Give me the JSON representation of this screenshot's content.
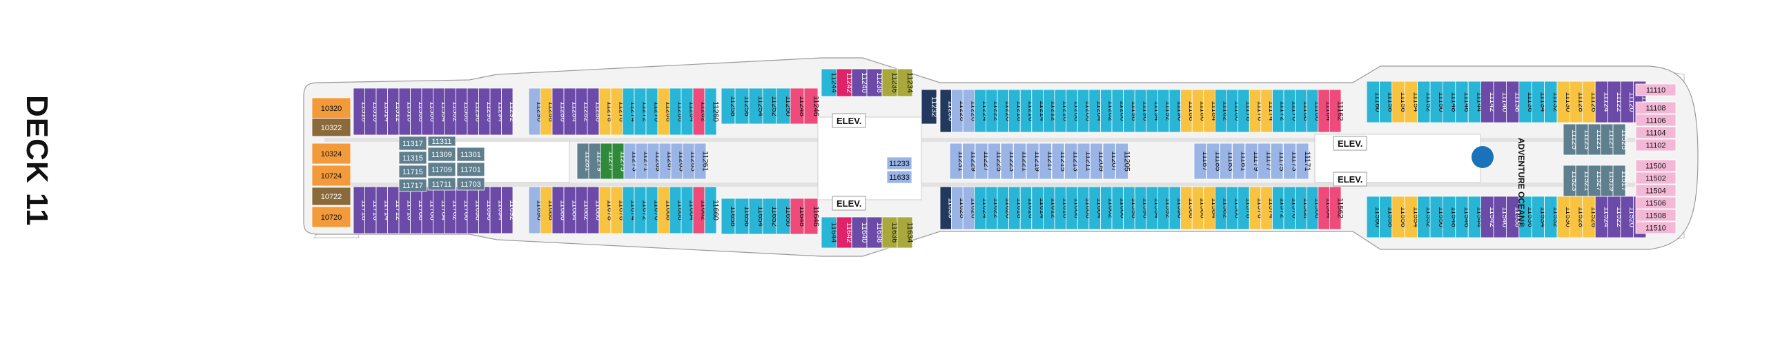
{
  "deck_title": "DECK 11",
  "elevators": {
    "fwd_top": "ELEV.",
    "fwd_bottom": "ELEV.",
    "aft_top": "ELEV.",
    "aft_bottom": "ELEV."
  },
  "adventure_ocean": "ADVENTURE OCEAN®",
  "star_mark": "*",
  "colors": {
    "purple": "#6b4aa8",
    "blue": "#29b6d6",
    "teal_light": "#40c8d8",
    "lavender": "#9ab4e6",
    "slate": "#5f7f8f",
    "orange": "#f39a3b",
    "brown": "#8a6a3a",
    "yellow": "#f7c341",
    "pink": "#ee4a7a",
    "magenta": "#e0226a",
    "navy": "#22385e",
    "olive": "#a8a83c",
    "green": "#2e8a3a",
    "pink_bow": "#f2b8d6",
    "hull": "#f0f0f0"
  },
  "stern": {
    "cabins": [
      "10320",
      "10322",
      "10324",
      "10724",
      "10722",
      "10720"
    ]
  },
  "port_aft": [
    "11318",
    "11316",
    "11314",
    "11312",
    "11310",
    "11308",
    "11306",
    "11304",
    "11302",
    "11300",
    "11298",
    "11296",
    "11294",
    "11292"
  ],
  "stbd_aft": [
    "11718",
    "11716",
    "11714",
    "11712",
    "11710",
    "11708",
    "11706",
    "11704",
    "11702",
    "11700",
    "11698",
    "11696",
    "11694",
    "11692"
  ],
  "inside_aft": [
    "11317",
    "11311",
    "11315",
    "11309",
    "11301",
    "11715",
    "11709",
    "11701",
    "11717",
    "11711",
    "11703"
  ],
  "port_mid1": [
    "11290",
    "11288",
    "11286",
    "11284",
    "11282",
    "11280",
    "11278",
    "11276",
    "11274",
    "11272",
    "11270",
    "11268",
    "11266",
    "11264",
    "11262",
    "11260"
  ],
  "stbd_mid1": [
    "11690",
    "11688",
    "11686",
    "11684",
    "11682",
    "11680",
    "11678",
    "11676",
    "11674",
    "11672",
    "11670",
    "11668",
    "11666",
    "11664",
    "11662",
    "11660"
  ],
  "inside_mid1": [
    "11281",
    "11279",
    "11277",
    "11275",
    "11273",
    "11271",
    "11269",
    "11267",
    "11265",
    "11263",
    "11261"
  ],
  "port_mid2": [
    "11258",
    "11256",
    "11254",
    "11252",
    "11250",
    "11248",
    "11246",
    "11244",
    "11242",
    "11240",
    "11238",
    "11236",
    "11234"
  ],
  "stbd_mid2": [
    "11658",
    "11656",
    "11654",
    "11652",
    "11650",
    "11648",
    "11646",
    "11644",
    "11642",
    "11640",
    "11638",
    "11636",
    "11634"
  ],
  "mid_small": [
    "11233",
    "11633",
    "11630",
    "11232"
  ],
  "port_fwd": [
    "11230",
    "11228",
    "11226",
    "11224",
    "11222",
    "11220",
    "11218",
    "11216",
    "11214",
    "11212",
    "11210",
    "11208",
    "11206",
    "11204",
    "11202",
    "11200",
    "11198",
    "11196",
    "11194",
    "11192",
    "11190",
    "11188",
    "11186",
    "11184",
    "11182",
    "11180",
    "11178",
    "11176",
    "11174",
    "11172",
    "11170",
    "11168",
    "11166",
    "11164",
    "11162"
  ],
  "stbd_fwd": [
    "11632",
    "11630",
    "11628",
    "11626",
    "11624",
    "11622",
    "11620",
    "11618",
    "11616",
    "11614",
    "11612",
    "11610",
    "11608",
    "11606",
    "11604",
    "11602",
    "11600",
    "11598",
    "11596",
    "11594",
    "11592",
    "11590",
    "11588",
    "11586",
    "11584",
    "11582",
    "11580",
    "11578",
    "11576",
    "11574",
    "11572",
    "11570",
    "11568",
    "11566",
    "11564",
    "11562"
  ],
  "inside_fwd": [
    "11231",
    "11229",
    "11227",
    "11225",
    "11223",
    "11221",
    "11219",
    "11217",
    "11215",
    "11213",
    "11211",
    "11209",
    "11207",
    "11205",
    "11187",
    "11185",
    "11183",
    "11181",
    "11179",
    "11177",
    "11175",
    "11173",
    "11171"
  ],
  "port_bow": [
    "11160",
    "11158",
    "11156",
    "11154",
    "11152",
    "11150",
    "11148",
    "11146",
    "11144",
    "11142",
    "11140",
    "11138",
    "11136",
    "11134",
    "11132",
    "11130",
    "11128",
    "11126",
    "11124",
    "11122",
    "11120",
    "11118"
  ],
  "stbd_bow": [
    "11560",
    "11558",
    "11556",
    "11554",
    "11552",
    "11550",
    "11548",
    "11546",
    "11544",
    "11542",
    "11540",
    "11538",
    "11536",
    "11534",
    "11532",
    "11530",
    "11528",
    "11526",
    "11524",
    "11522",
    "11520",
    "11518"
  ],
  "inside_bow": [
    "11125",
    "11123",
    "11121",
    "11127",
    "11525",
    "11523",
    "11521",
    "11527",
    "11519",
    "11517"
  ],
  "bow": [
    "11110",
    "11108",
    "11106",
    "11104",
    "11102",
    "11500",
    "11502",
    "11504",
    "11506",
    "11508",
    "11510"
  ]
}
